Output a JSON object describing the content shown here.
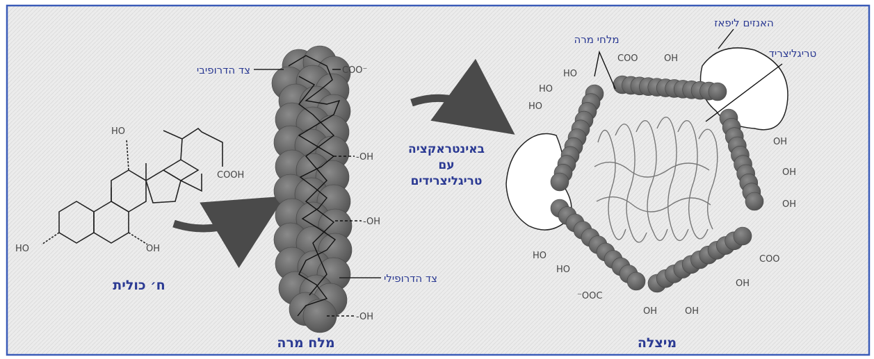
{
  "labels": {
    "cholic_acid": "ח׳ כולית",
    "bile_salt": "מלח מרה",
    "micelle": "מיצלה",
    "hydrophobic_side": "צד הדרופיבי",
    "hydrophilic_side": "צד הדרופילי",
    "interaction_line1": "באינטראקציה",
    "interaction_line2": "עם",
    "interaction_line3": "טריגליצרידים",
    "bile_salts": "מלחי מרה",
    "lipase": "האנזים ליפאז",
    "triglyceride": "טריגליצריד"
  },
  "chem": {
    "ho": "HO",
    "oh": "OH",
    "cooh": "COOH",
    "coo": "COO",
    "coo_minus": "COO⁻",
    "oh_dash": "-OH",
    "minus_coo": "⁻OOC"
  },
  "colors": {
    "frame": "#3a5bb8",
    "label_blue": "#2b3a93",
    "sphere": "#6a6a6a",
    "sphere_dark": "#4e4e4e",
    "arrow": "#4a4a4a"
  }
}
